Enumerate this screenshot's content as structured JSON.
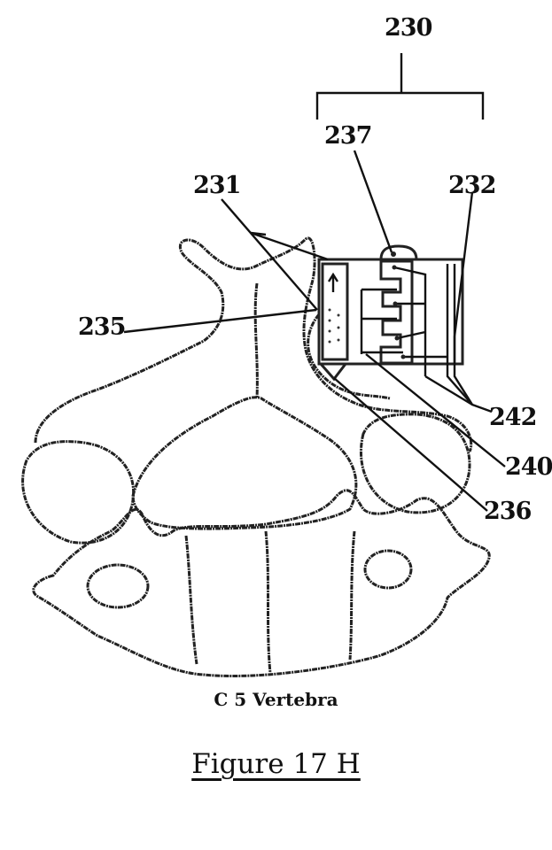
{
  "labels": {
    "l230": "230",
    "l237": "237",
    "l231": "231",
    "l232": "232",
    "l235": "235",
    "l242": "242",
    "l240": "240",
    "l236": "236"
  },
  "caption": "C 5 Vertebra",
  "figure_title": "Figure 17 H"
}
